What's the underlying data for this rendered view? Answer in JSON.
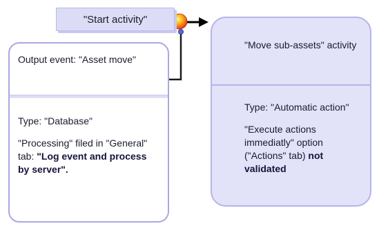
{
  "start_node": {
    "label": "\"Start activity\""
  },
  "event_panel": {
    "title": "Output event: \"Asset move\"",
    "type_text": "Type: \"Database\"",
    "processing_prefix": "\"Processing\" filed in \"General\" tab: ",
    "processing_value": "\"Log event and process by server\"."
  },
  "activity_panel": {
    "title": "\"Move sub-assets\" activity",
    "type_text": "Type: \"Automatic action\"",
    "option_prefix": "\"Execute actions immediatly\" option (\"Actions\" tab) ",
    "option_value": "not validated"
  },
  "colors": {
    "panel_border": "#a8a8e4",
    "panel_fill": "#e2e2f8",
    "node_fill": "#dcdcf6",
    "connector": "#000000",
    "ball_center": "#ffd700",
    "ball_edge": "#d93c0a"
  }
}
